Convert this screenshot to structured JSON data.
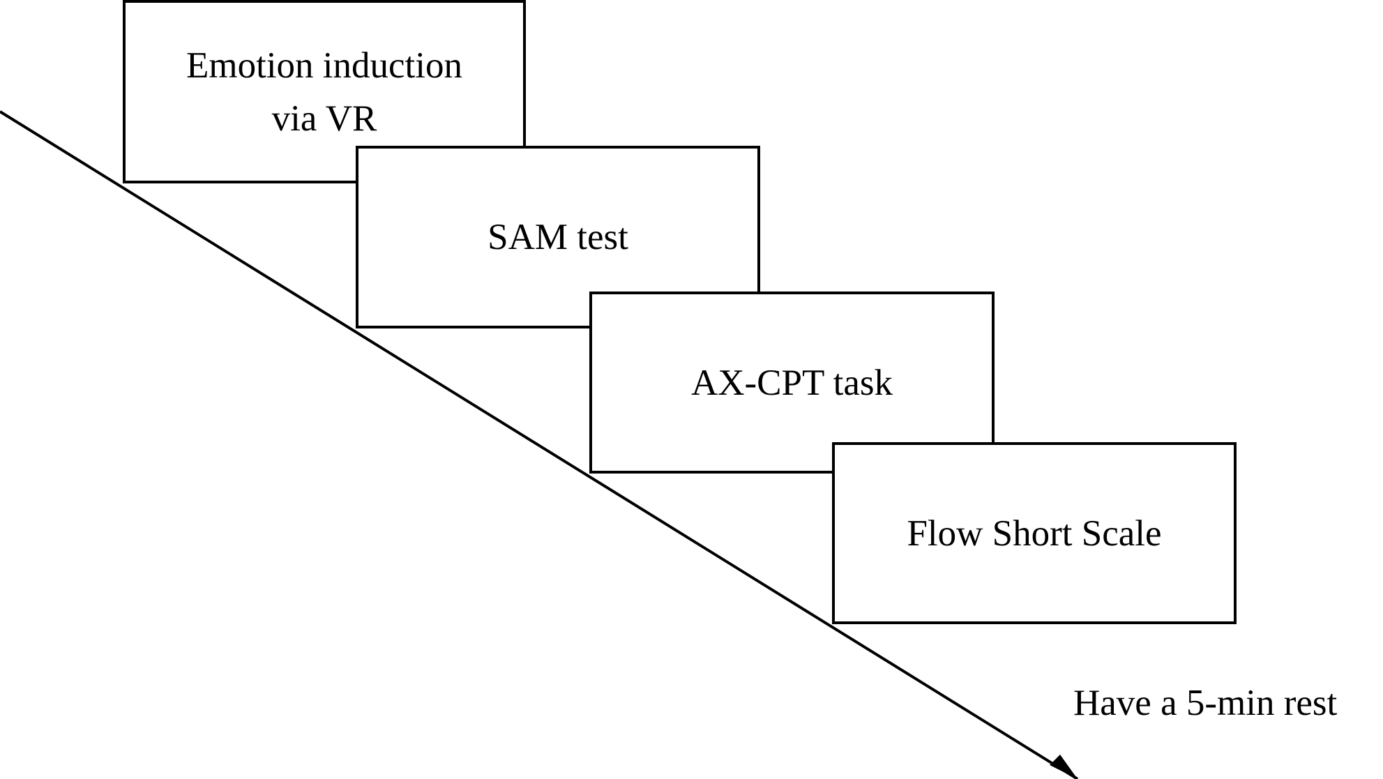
{
  "diagram": {
    "steps": [
      {
        "label": "Emotion induction\nvia VR"
      },
      {
        "label": "SAM test"
      },
      {
        "label": "AX-CPT task"
      },
      {
        "label": "Flow Short Scale"
      }
    ],
    "end_label": "Have a 5-min rest",
    "colors": {
      "line": "#000000",
      "box_border": "#000000",
      "box_fill": "#ffffff",
      "text": "#000000"
    }
  }
}
